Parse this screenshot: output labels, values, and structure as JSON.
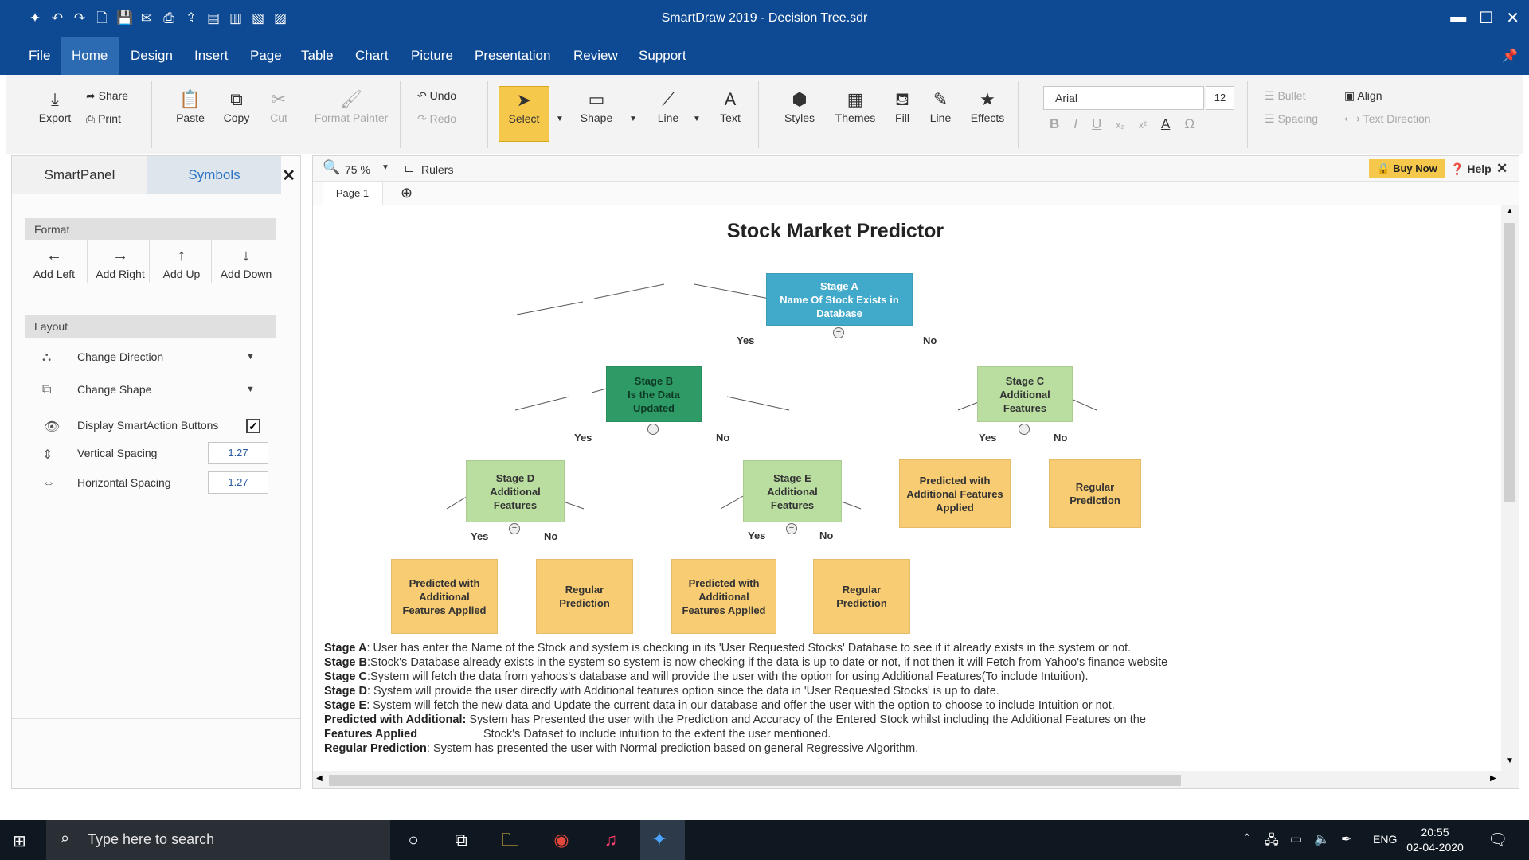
{
  "window": {
    "title": "SmartDraw 2019 - Decision Tree.sdr"
  },
  "menu": [
    "File",
    "Home",
    "Design",
    "Insert",
    "Page",
    "Table",
    "Chart",
    "Picture",
    "Presentation",
    "Review",
    "Support"
  ],
  "ribbon": {
    "export": "Export",
    "share": "Share",
    "print": "Print",
    "paste": "Paste",
    "copy": "Copy",
    "cut": "Cut",
    "format_painter": "Format Painter",
    "undo": "Undo",
    "redo": "Redo",
    "select": "Select",
    "shape": "Shape",
    "line": "Line",
    "text": "Text",
    "styles": "Styles",
    "themes": "Themes",
    "fill": "Fill",
    "line2": "Line",
    "effects": "Effects",
    "font": "Arial",
    "font_size": "12",
    "bullet": "Bullet",
    "spacing": "Spacing",
    "align": "Align",
    "text_direction": "Text Direction"
  },
  "panel": {
    "tab_smart": "SmartPanel",
    "tab_symbols": "Symbols",
    "format_header": "Format",
    "add_left": "Add Left",
    "add_right": "Add Right",
    "add_up": "Add Up",
    "add_down": "Add Down",
    "layout_header": "Layout",
    "change_direction": "Change Direction",
    "change_shape": "Change Shape",
    "display_buttons": "Display SmartAction Buttons",
    "vertical_spacing": "Vertical Spacing",
    "vertical_value": "1.27",
    "horizontal_spacing": "Horizontal Spacing",
    "horizontal_value": "1.27"
  },
  "canvas": {
    "zoom": "75 %",
    "rulers": "Rulers",
    "page_tab": "Page 1",
    "buy_now": "Buy Now",
    "help": "Help"
  },
  "diagram": {
    "title": "Stock Market Predictor",
    "nodes": {
      "a": [
        "Stage A",
        "Name Of Stock Exists in",
        "Database"
      ],
      "b": [
        "Stage B",
        "Is the Data",
        "Updated"
      ],
      "c": [
        "Stage C",
        "Additional",
        "Features"
      ],
      "d": [
        "Stage D",
        "Additional",
        "Features"
      ],
      "e": [
        "Stage E",
        "Additional",
        "Features"
      ],
      "pc1": [
        "Predicted with",
        "Additional Features",
        "Applied"
      ],
      "rc1": [
        "Regular",
        "Prediction"
      ],
      "pd1": [
        "Predicted with",
        "Additional",
        "Features Applied"
      ],
      "rd1": [
        "Regular",
        "Prediction"
      ],
      "pe1": [
        "Predicted with",
        "Additional",
        "Features Applied"
      ],
      "re1": [
        "Regular",
        "Prediction"
      ]
    },
    "labels": {
      "yes": "Yes",
      "no": "No"
    },
    "legend": [
      {
        "term": "Stage A",
        "text": ": User has enter the Name of the Stock and system is checking in its 'User Requested Stocks' Database to see if it already exists in the system or not."
      },
      {
        "term": "Stage B",
        "text": ":Stock's Database already exists in the system so system is now checking if the data is up to date or not, if not then it will Fetch from Yahoo's finance website"
      },
      {
        "term": "Stage C",
        "text": ":System will fetch the data from yahoos's database and will provide the user with the option for using Additional Features(To include Intuition)."
      },
      {
        "term": "Stage D",
        "text": ": System will provide the user directly with Additional features option since the data in 'User Requested Stocks' is up to date."
      },
      {
        "term": "Stage E",
        "text": ": System will fetch the new data and Update the current data in our database and offer the user with the option to choose to include Intuition or not."
      },
      {
        "term": "Predicted with Additional:",
        "text": " System has Presented the user with the Prediction and Accuracy of the Entered Stock whilst including the Additional Features on the"
      },
      {
        "term": "Features Applied",
        "text": "Stock's Dataset to include intuition to the extent the user mentioned."
      },
      {
        "term": "Regular Prediction",
        "text": ": System has presented the user with Normal prediction based on general Regressive Algorithm."
      }
    ]
  },
  "taskbar": {
    "search_placeholder": "Type here to search",
    "lang": "ENG",
    "time": "20:55",
    "date": "02-04-2020"
  }
}
